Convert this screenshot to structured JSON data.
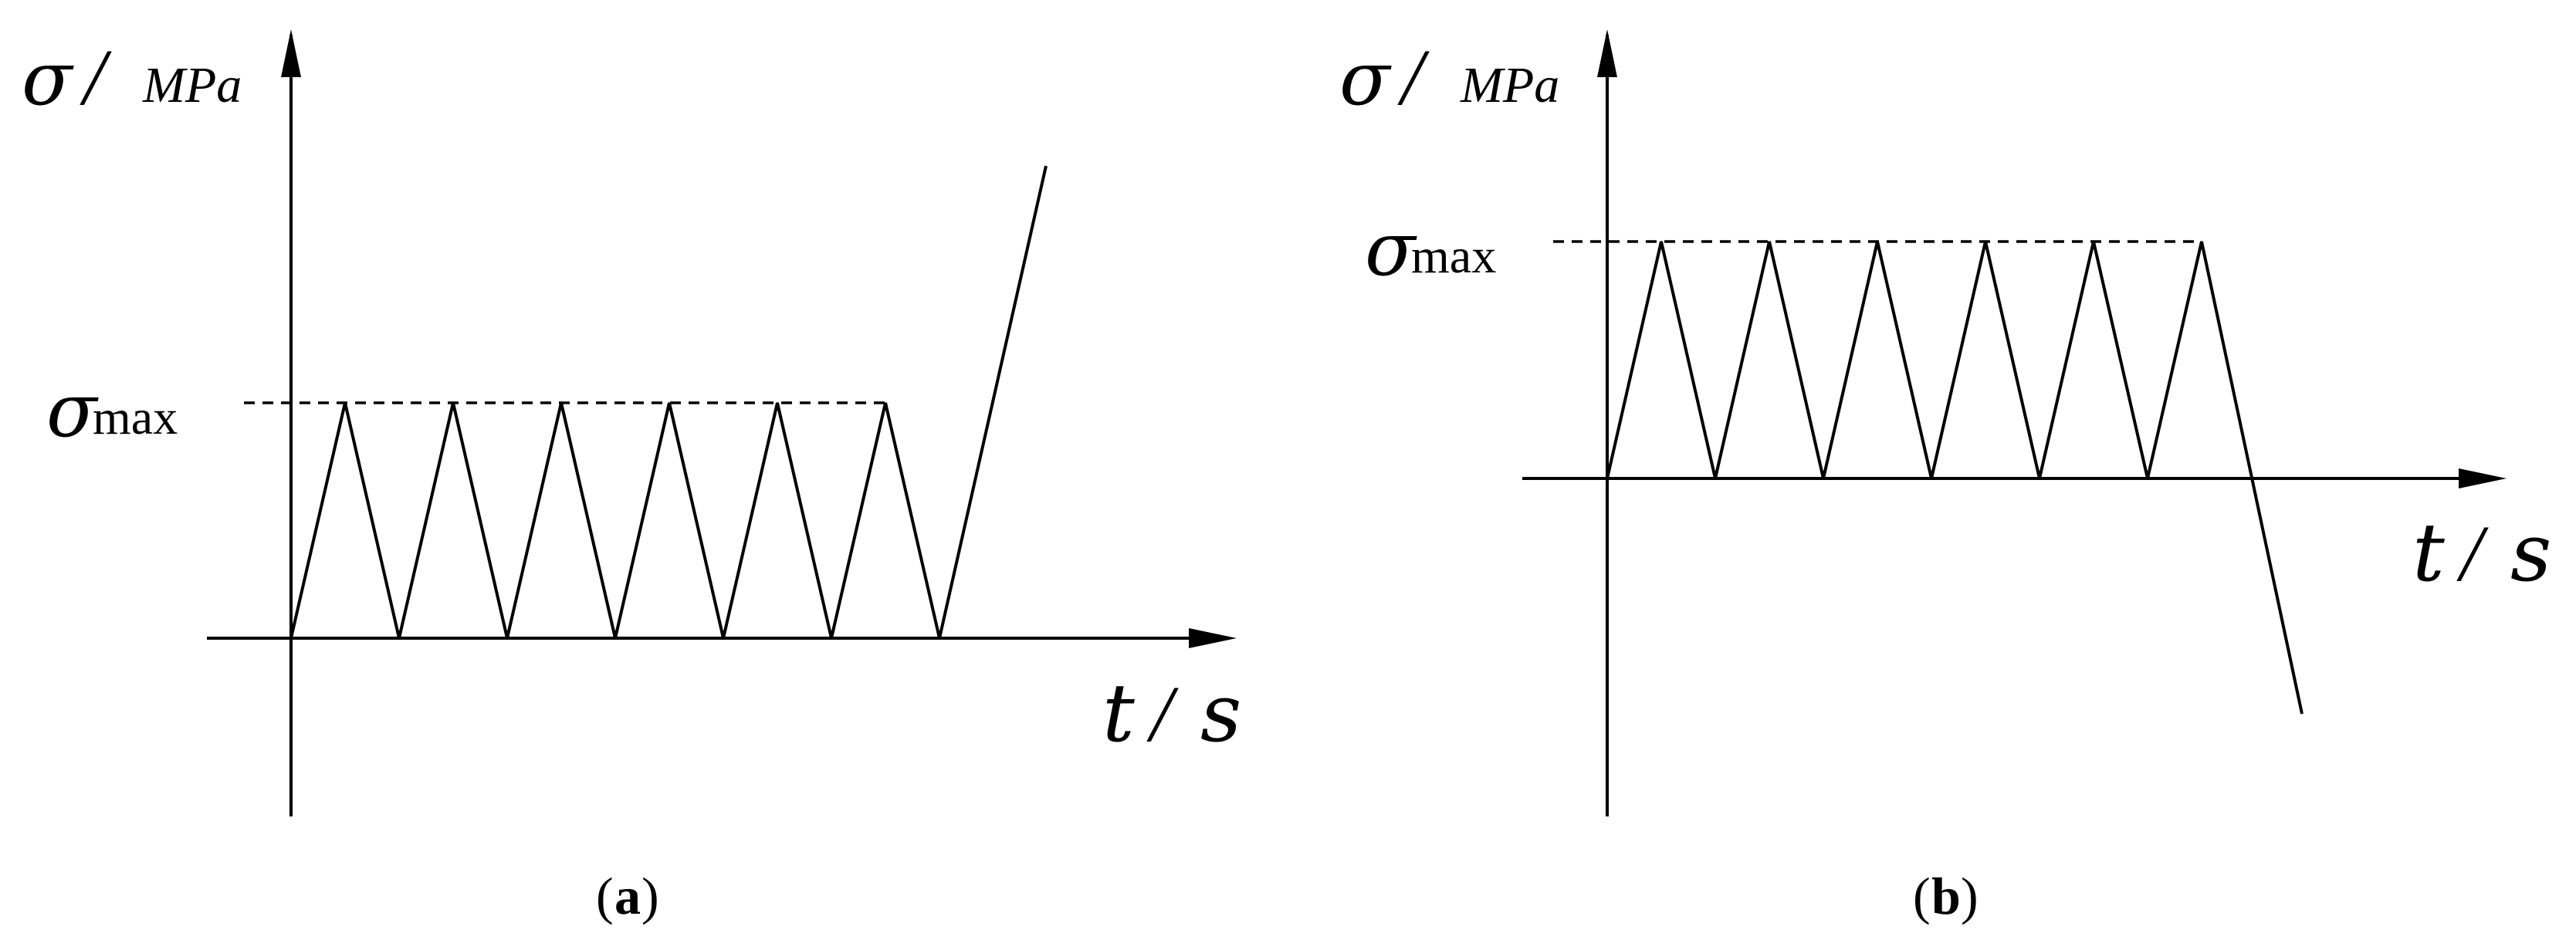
{
  "panels": [
    {
      "id": "a",
      "y_axis_label": {
        "symbol": "σ",
        "slash": "/",
        "unit": "MPa"
      },
      "x_axis_label": {
        "symbol": "t",
        "slash": "/",
        "unit": "s"
      },
      "level_label": {
        "symbol": "σ",
        "suffix": "max"
      },
      "caption": {
        "open": "(",
        "letter": "a",
        "close": ")"
      },
      "cycles": 6,
      "final_segment": "rising"
    },
    {
      "id": "b",
      "y_axis_label": {
        "symbol": "σ",
        "slash": "/",
        "unit": "MPa"
      },
      "x_axis_label": {
        "symbol": "t",
        "slash": "/",
        "unit": "s"
      },
      "level_label": {
        "symbol": "σ",
        "suffix": "max"
      },
      "caption": {
        "open": "(",
        "letter": "b",
        "close": ")"
      },
      "cycles": 6,
      "final_segment": "falling"
    }
  ]
}
